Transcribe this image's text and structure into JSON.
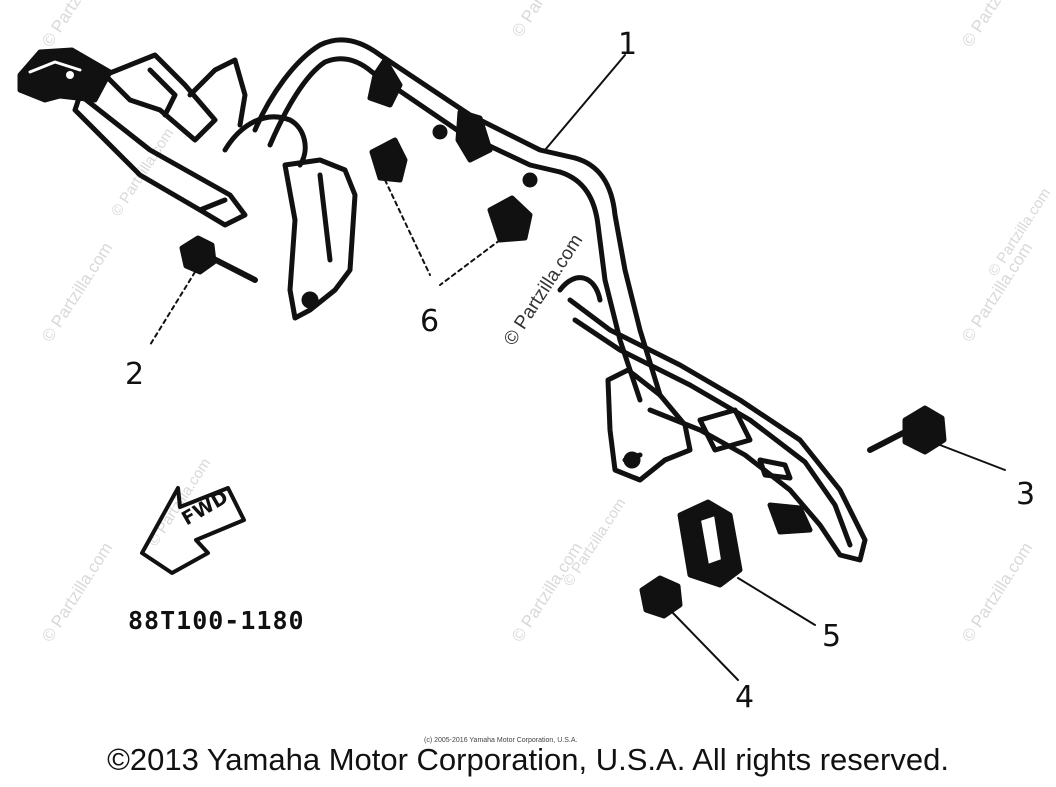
{
  "diagram": {
    "part_number": "88T100-1180",
    "direction_label": "FWD",
    "callouts": [
      "1",
      "2",
      "3",
      "4",
      "5",
      "6"
    ]
  },
  "watermark": {
    "text": "© Partzilla.com"
  },
  "footer": {
    "small_copyright": "(c) 2005-2016 Yamaha Motor Corporation, U.S.A.",
    "copyright": "©2013 Yamaha Motor Corporation, U.S.A. All rights reserved."
  },
  "colors": {
    "line": "#111111",
    "watermark": "#d9d9d9",
    "background": "#ffffff"
  }
}
